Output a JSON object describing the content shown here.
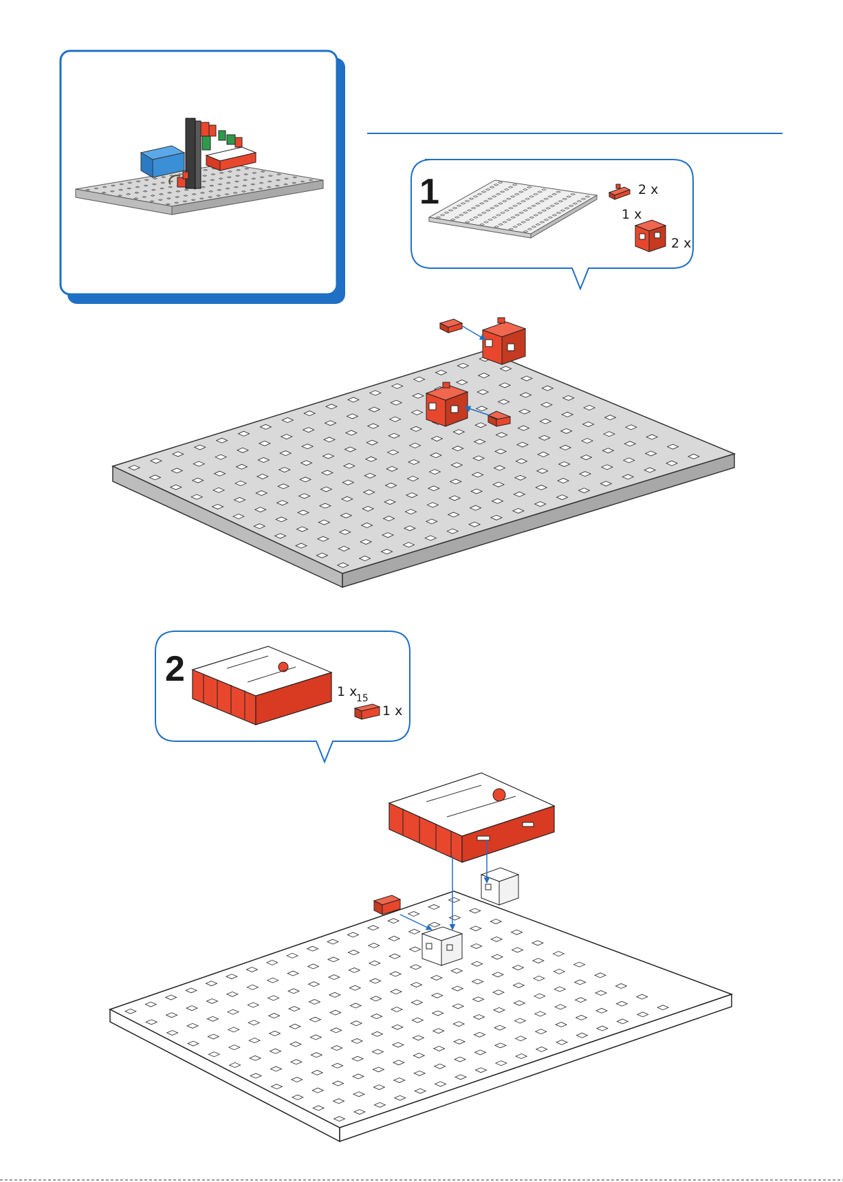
{
  "colors": {
    "accent": "#1f6fc5",
    "part_red": "#e8472d",
    "plate_gray": "#c8c8c8",
    "plate_white": "#ffffff",
    "model_blue": "#3a8fd6",
    "model_green": "#2e9a4a"
  },
  "step1": {
    "number": "1",
    "qty_connector": "2 x",
    "qty_plate": "1 x",
    "qty_block": "2 x"
  },
  "step2": {
    "number": "2",
    "qty_box": "1 x",
    "qty_connector_label": "15",
    "qty_connector": "1 x"
  }
}
